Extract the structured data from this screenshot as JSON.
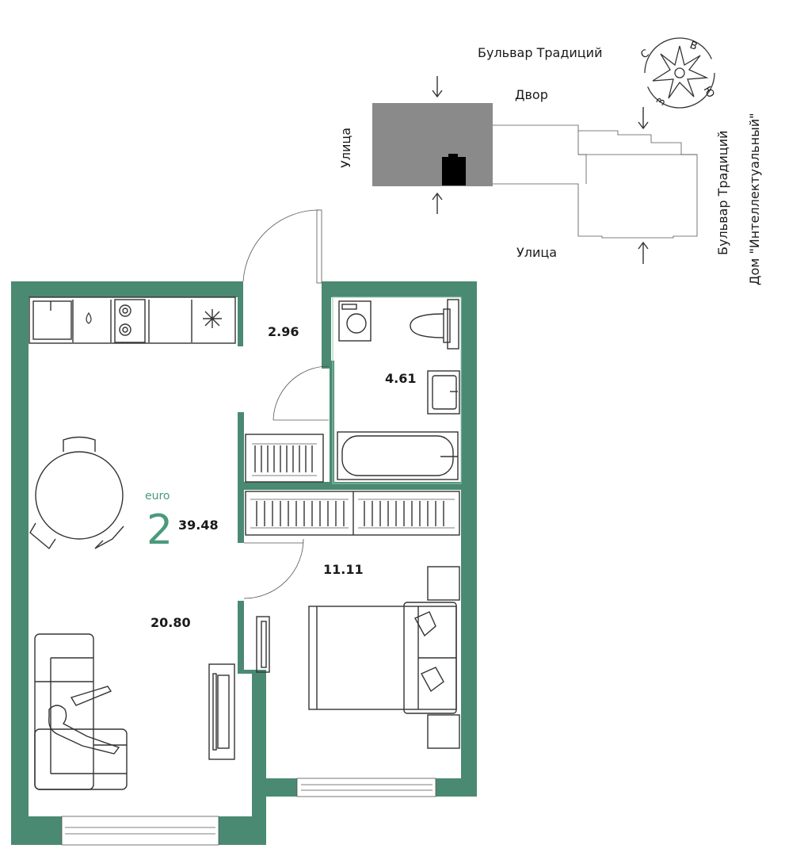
{
  "colors": {
    "wall": "#4a8a72",
    "accent": "#4a9a7c",
    "building_block": "#8a8a8a",
    "text": "#1a1a1a"
  },
  "location_map": {
    "street_top": "Бульвар Традиций",
    "yard": "Двор",
    "street_left": "Улица",
    "street_bottom": "Улица",
    "street_right": "Бульвар Традиций",
    "house_name": "Дом \"Интеллектуальный\"",
    "compass": {
      "north": "С",
      "east": "В",
      "south": "Ю",
      "west": "З"
    }
  },
  "apartment": {
    "type_label": "euro",
    "rooms": "2",
    "total_area": "39.48"
  },
  "rooms": {
    "hall": "2.96",
    "bathroom": "4.61",
    "bedroom": "11.11",
    "living_kitchen": "20.80"
  },
  "icons": [
    "compass-rose-icon",
    "snowflake-icon",
    "water-drop-icon",
    "entrance-arrow-icon"
  ]
}
